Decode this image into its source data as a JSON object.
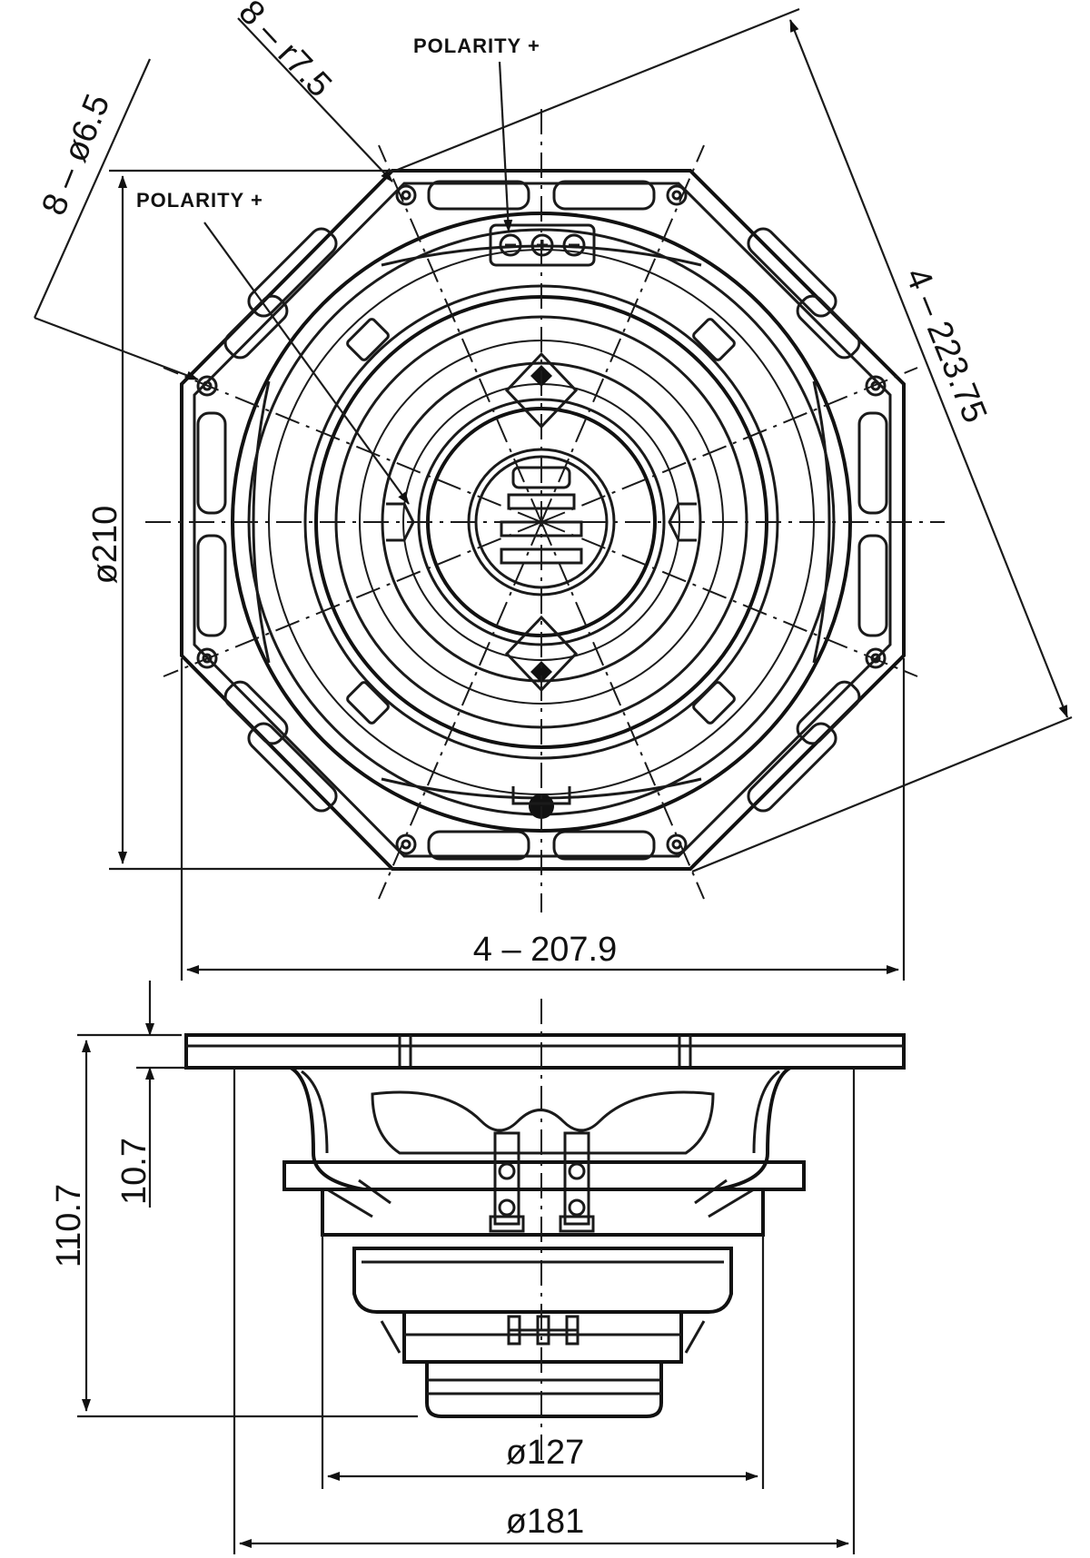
{
  "labels": {
    "polarity_top": "POLARITY +",
    "polarity_left": "POLARITY +",
    "holes_dia": "8 – ø6.5",
    "holes_radius": "8 – r7.5",
    "diag_width": "4 – 223.75",
    "flat_width": "4 – 207.9",
    "outer_dia": "ø210",
    "height_total": "110.7",
    "flange_thick": "10.7",
    "magnet_dia": "ø127",
    "basket_dia": "ø181"
  }
}
